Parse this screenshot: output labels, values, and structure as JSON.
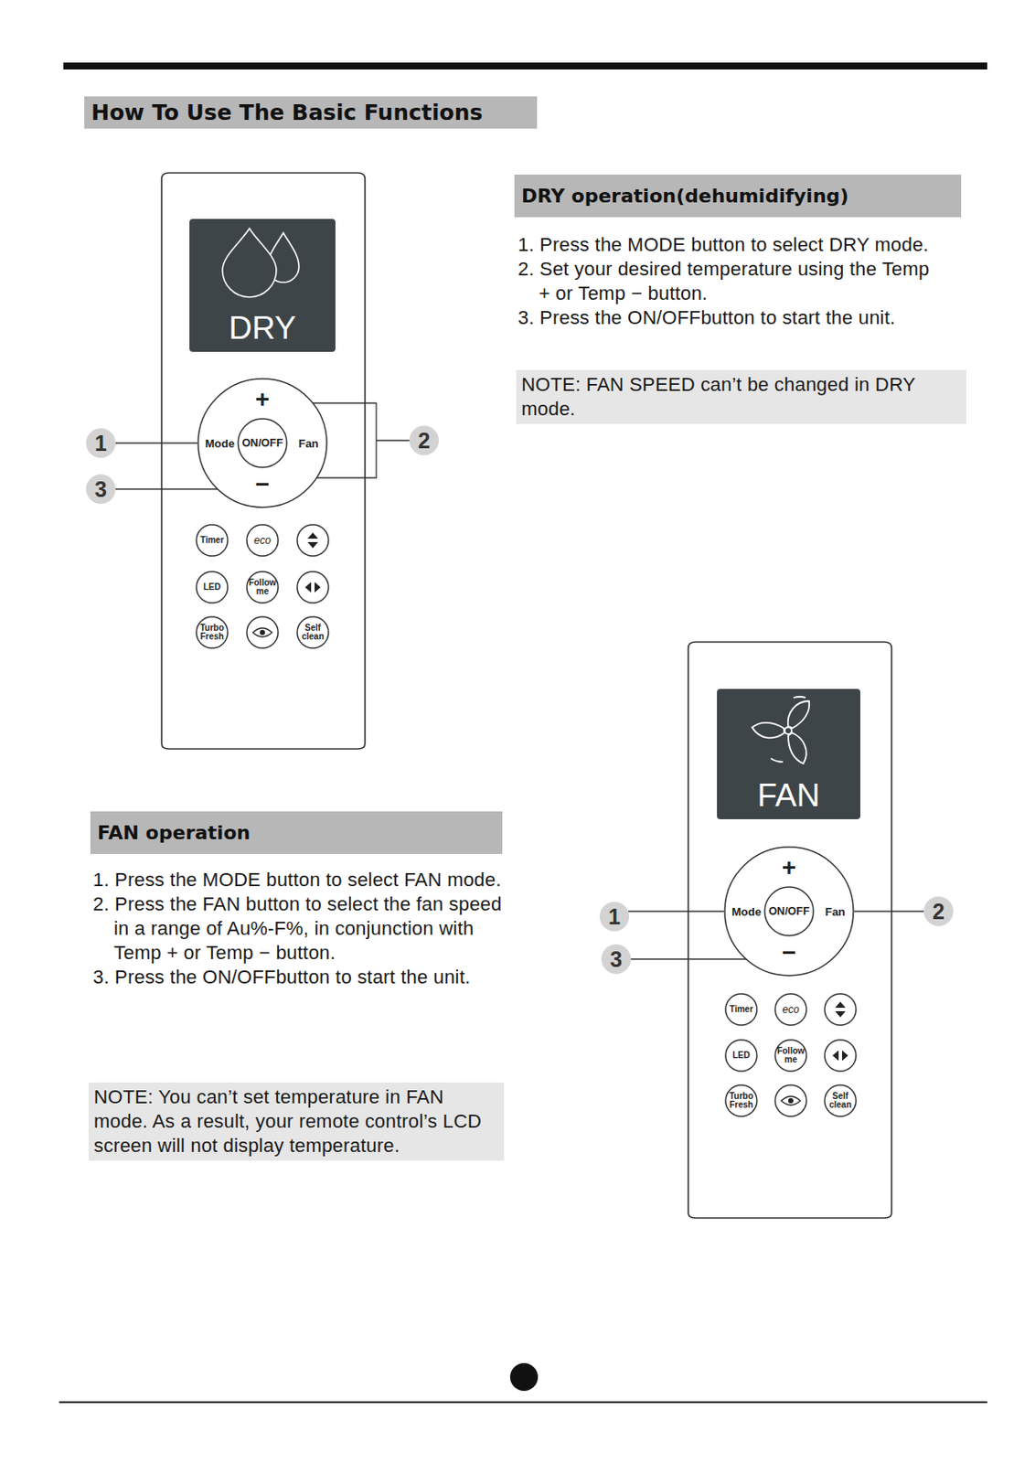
{
  "diagram": {
    "title": "How To Use The Basic Functions",
    "nodes": [
      {
        "text": [
          "DRY"
        ]
      },
      {
        "text": [
          "1"
        ]
      },
      {
        "text": [
          "+",
          "Mode",
          "Fan",
          "−"
        ]
      },
      {
        "text": [
          "ON/OFF"
        ],
        "in": 2
      },
      {
        "text": [
          "2"
        ]
      },
      {
        "text": [
          "3"
        ]
      },
      {
        "text": [
          "Timer"
        ]
      },
      {
        "text": [
          "eco"
        ]
      },
      {
        "text": [
          "LED"
        ]
      },
      {
        "text": [
          "Follow me"
        ]
      },
      {
        "text": [
          "Turbo Fresh"
        ]
      },
      {
        "text": [
          "Self clean"
        ]
      },
      {
        "text": [
          "DRY operation(dehumidifying)"
        ]
      },
      {
        "text": [
          "NOTE: FAN SPEED can’t be changed in DRY mode."
        ]
      },
      {
        "text": [
          "FAN operation"
        ]
      },
      {
        "text": [
          "NOTE: You can’t set temperature in FAN mode. As a result, your remote control’s LCD screen will not display temperature."
        ]
      },
      {
        "text": [
          "FAN"
        ]
      },
      {
        "text": [
          "1"
        ]
      },
      {
        "text": [
          "+",
          "Mode",
          "Fan",
          "−"
        ]
      },
      {
        "text": [
          "ON/OFF"
        ],
        "in": 18
      },
      {
        "text": [
          "2"
        ]
      },
      {
        "text": [
          "3"
        ]
      },
      {
        "text": [
          "Timer"
        ]
      },
      {
        "text": [
          "eco"
        ]
      },
      {
        "text": [
          "LED"
        ]
      },
      {
        "text": [
          "Follow me"
        ]
      },
      {
        "text": [
          "Turbo Fresh"
        ]
      },
      {
        "text": [
          "Self clean"
        ]
      }
    ],
    "edges": [
      {
        "from": 1,
        "to": 2,
        "arrow": "none"
      },
      {
        "from": 4,
        "to": 2,
        "arrow": "none"
      },
      {
        "from": 5,
        "to": 2,
        "arrow": "none"
      },
      {
        "from": 17,
        "to": 18,
        "arrow": "none"
      },
      {
        "from": 20,
        "to": 18,
        "arrow": "none"
      },
      {
        "from": 21,
        "to": 18,
        "arrow": "none"
      }
    ],
    "labels": [
      "1. Press the MODE button to select DRY mode.",
      "2. Set your desired temperature using the Temp + or Temp − button.",
      "3. Press the ON/OFFbutton to start the unit.",
      "1. Press the MODE button to select FAN mode.",
      "2. Press the FAN button to select the fan speed in a range of Au%-F%, in conjunction with Temp + or Temp − button.",
      "3. Press the ON/OFFbutton to start the unit."
    ]
  }
}
